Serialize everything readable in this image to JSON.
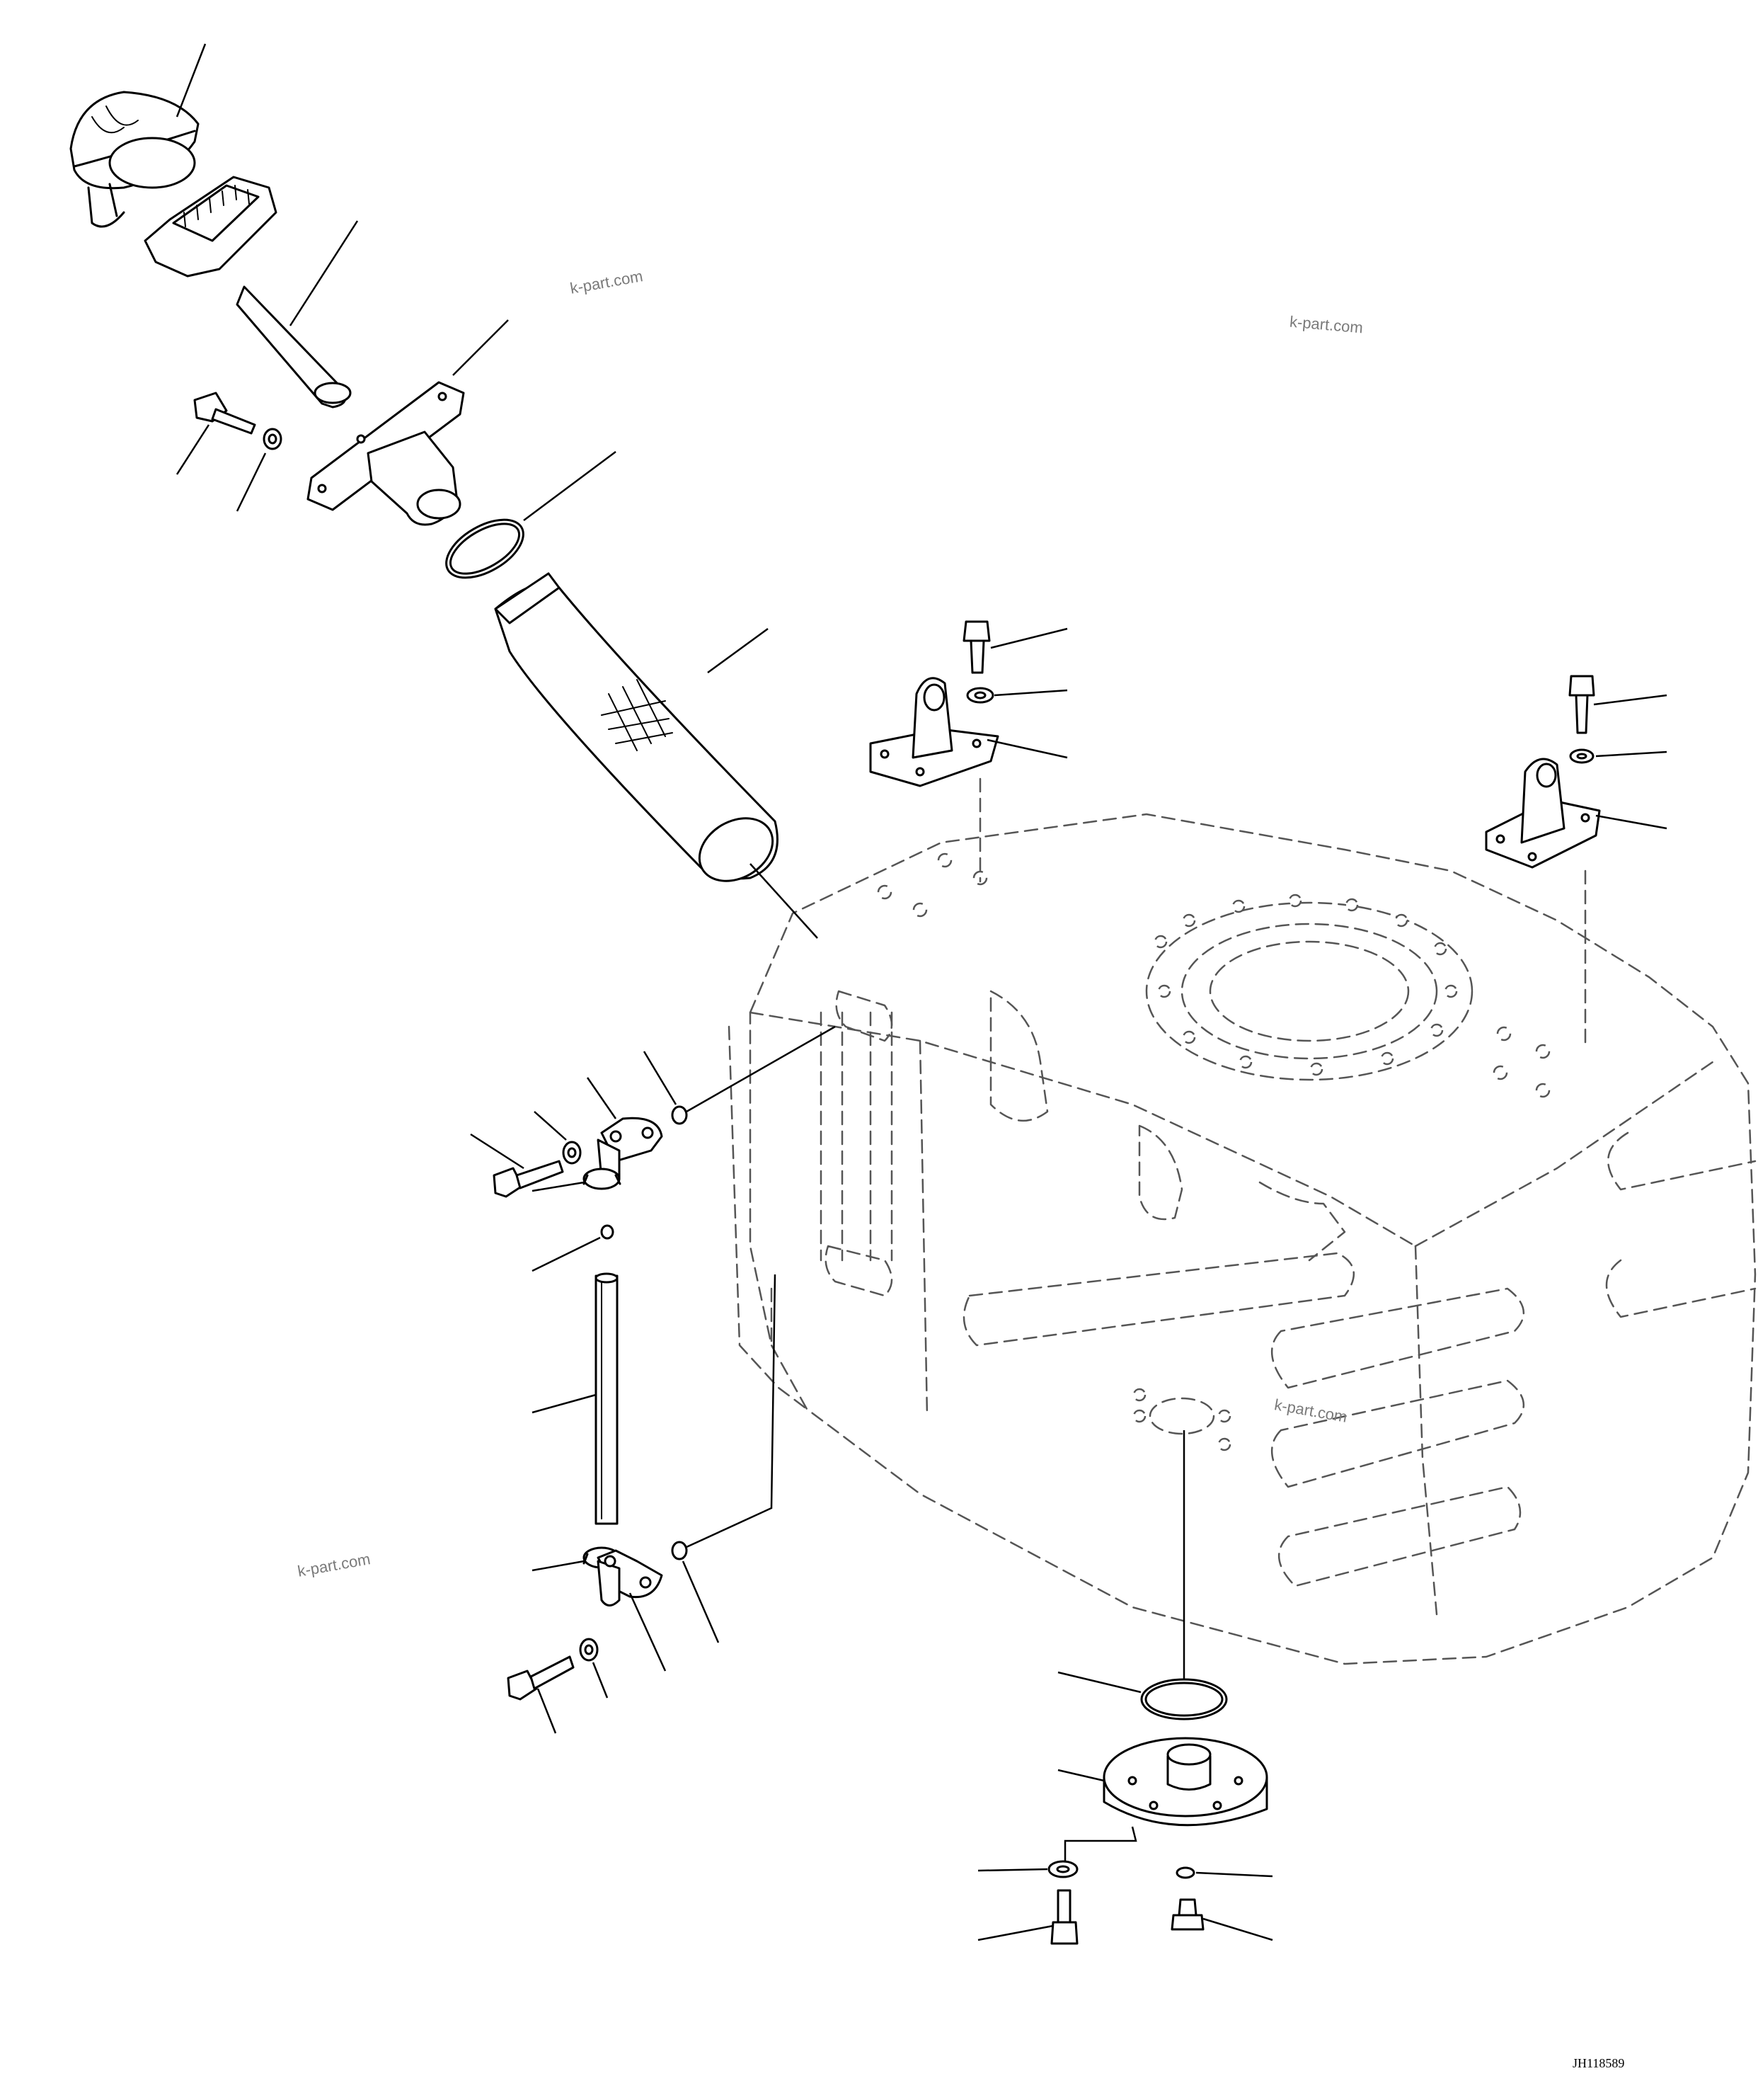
{
  "watermarks": [
    "k-part.com",
    "k-part.com",
    "k-part.com",
    "k-part.com"
  ],
  "drawing_code": "JH118589"
}
